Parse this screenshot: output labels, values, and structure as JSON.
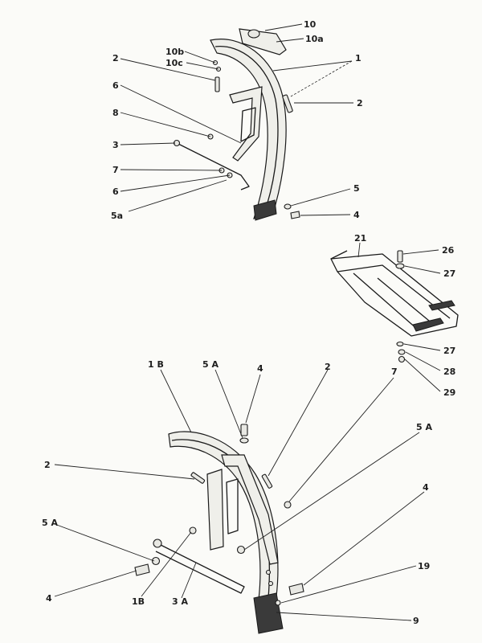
{
  "labels": [
    {
      "id": "a1",
      "text": "10"
    },
    {
      "id": "a2",
      "text": "10a"
    },
    {
      "id": "a3",
      "text": "10b"
    },
    {
      "id": "a4",
      "text": "10c"
    },
    {
      "id": "a5",
      "text": "1"
    },
    {
      "id": "a6",
      "text": "2"
    },
    {
      "id": "a7",
      "text": "2"
    },
    {
      "id": "a8",
      "text": "6"
    },
    {
      "id": "a9",
      "text": "8"
    },
    {
      "id": "a10",
      "text": "3"
    },
    {
      "id": "a11",
      "text": "7"
    },
    {
      "id": "a12",
      "text": "6"
    },
    {
      "id": "a13",
      "text": "5a"
    },
    {
      "id": "a14",
      "text": "5"
    },
    {
      "id": "a15",
      "text": "4"
    },
    {
      "id": "b1",
      "text": "21"
    },
    {
      "id": "b2",
      "text": "26"
    },
    {
      "id": "b3",
      "text": "27"
    },
    {
      "id": "b4",
      "text": "27"
    },
    {
      "id": "b5",
      "text": "28"
    },
    {
      "id": "b6",
      "text": "29"
    },
    {
      "id": "c1",
      "text": "1 B"
    },
    {
      "id": "c2",
      "text": "5 A"
    },
    {
      "id": "c3",
      "text": "4"
    },
    {
      "id": "c4",
      "text": "2"
    },
    {
      "id": "c5",
      "text": "7"
    },
    {
      "id": "c6",
      "text": "5 A"
    },
    {
      "id": "c7",
      "text": "2"
    },
    {
      "id": "c8",
      "text": "4"
    },
    {
      "id": "c9",
      "text": "5 A"
    },
    {
      "id": "c10",
      "text": "4"
    },
    {
      "id": "c11",
      "text": "1B"
    },
    {
      "id": "c12",
      "text": "3 A"
    },
    {
      "id": "c13",
      "text": "19"
    },
    {
      "id": "c14",
      "text": "9"
    }
  ]
}
